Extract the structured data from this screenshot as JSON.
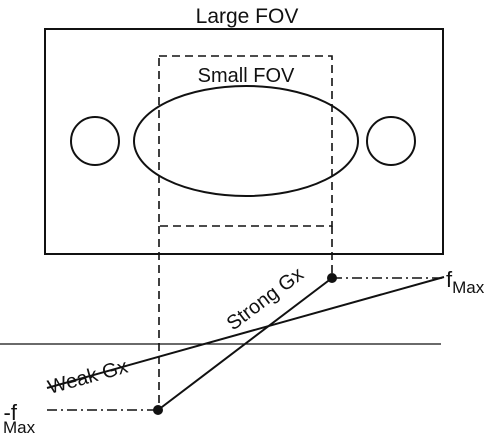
{
  "labels": {
    "large_fov": "Large FOV",
    "small_fov": "Small FOV",
    "strong_gx": "Strong Gx",
    "weak_gx": "Weak Gx",
    "f_max_symbol": "f",
    "f_max_sub": "Max",
    "neg_f_max_symbol": "-f",
    "neg_f_max_sub": "Max"
  },
  "colors": {
    "stroke": "#111111",
    "background": "#ffffff"
  }
}
